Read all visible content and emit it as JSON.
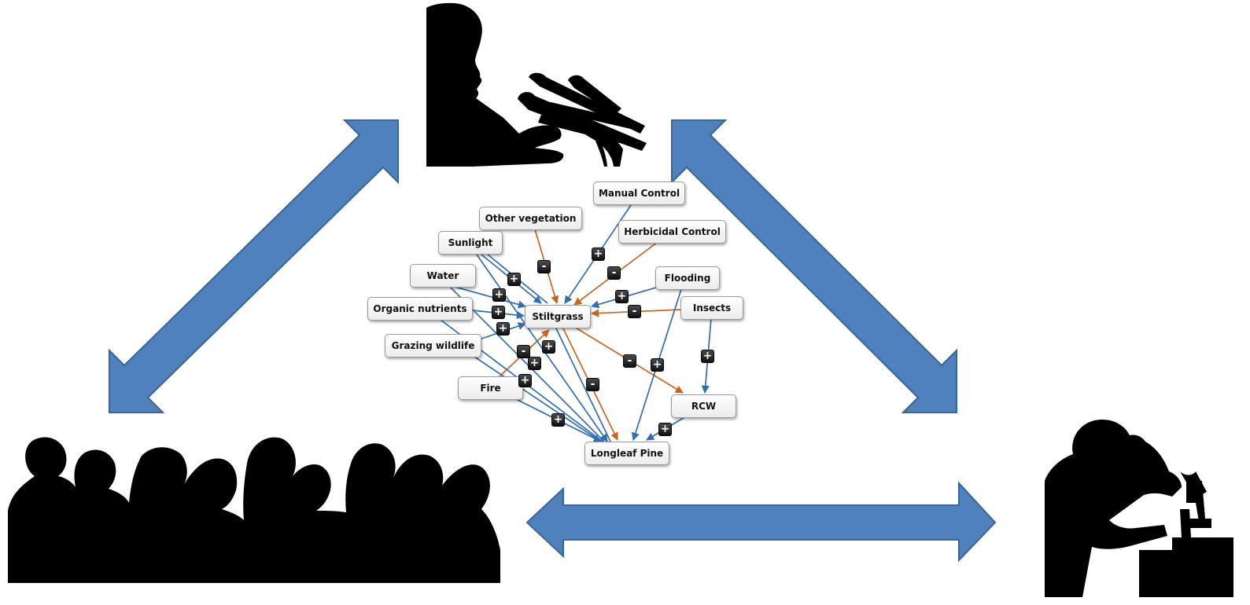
{
  "diagram": {
    "nodes": {
      "manual_control": "Manual Control",
      "other_vegetation": "Other vegetation",
      "herbicidal_control": "Herbicidal Control",
      "sunlight": "Sunlight",
      "water": "Water",
      "flooding": "Flooding",
      "organic_nutrients": "Organic nutrients",
      "stiltgrass": "Stiltgrass",
      "insects": "Insects",
      "grazing_wildlife": "Grazing wildlife",
      "fire": "Fire",
      "rcw": "RCW",
      "longleaf_pine": "Longleaf Pine"
    },
    "signs": {
      "plus": "+",
      "minus": "-"
    },
    "colors": {
      "positive_link": "#2f6db5",
      "negative_link": "#c9651e",
      "big_arrow_fill": "#4f81bd",
      "big_arrow_stroke": "#3b6496",
      "silhouette": "#000000"
    },
    "figures": [
      "speaker-with-microphones",
      "audience-crowd",
      "scientist-at-microscope"
    ]
  }
}
